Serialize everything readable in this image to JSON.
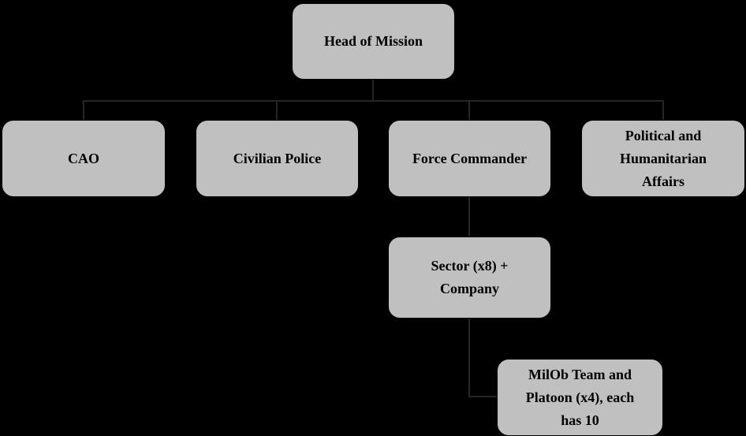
{
  "diagram": {
    "type": "org-chart",
    "nodes": {
      "head_of_mission": {
        "label": "Head of Mission"
      },
      "cao": {
        "label": "CAO"
      },
      "civilian_police": {
        "label": "Civilian Police"
      },
      "force_commander": {
        "label": "Force Commander"
      },
      "political_humanitarian": {
        "label": "Political and\nHumanitarian\nAffairs"
      },
      "sector_company": {
        "label": "Sector (x8) +\nCompany"
      },
      "milob_platoon": {
        "label": "MilOb Team and\nPlatoon (x4), each\nhas 10"
      }
    },
    "edges": [
      {
        "from": "head_of_mission",
        "to": "cao"
      },
      {
        "from": "head_of_mission",
        "to": "civilian_police"
      },
      {
        "from": "head_of_mission",
        "to": "force_commander"
      },
      {
        "from": "head_of_mission",
        "to": "political_humanitarian"
      },
      {
        "from": "force_commander",
        "to": "sector_company"
      },
      {
        "from": "sector_company",
        "to": "milob_platoon"
      }
    ]
  },
  "colors": {
    "background": "#000000",
    "box_fill": "#c0c0c0",
    "box_border": "#000000",
    "text": "#000000",
    "line": "#262626"
  }
}
